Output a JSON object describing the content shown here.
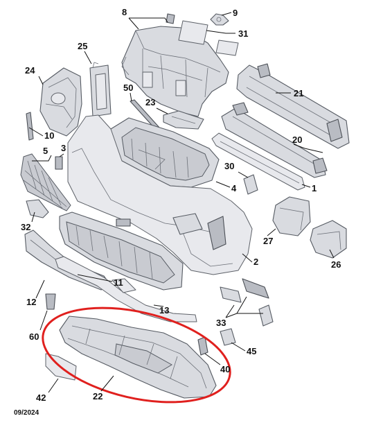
{
  "callouts": {
    "c8": "8",
    "c9": "9",
    "c31": "31",
    "c25": "25",
    "c24": "24",
    "c50": "50",
    "c21": "21",
    "c23": "23",
    "c10": "10",
    "c3": "3",
    "c5": "5",
    "c20": "20",
    "c30": "30",
    "c4": "4",
    "c1": "1",
    "c32": "32",
    "c27": "27",
    "c26": "26",
    "c2": "2",
    "c11": "11",
    "c12": "12",
    "c13": "13",
    "c33": "33",
    "c60": "60",
    "c45": "45",
    "c40": "40",
    "c22": "22",
    "c42": "42"
  },
  "date_stamp": "09/2024",
  "highlight_color": "#e0201e"
}
